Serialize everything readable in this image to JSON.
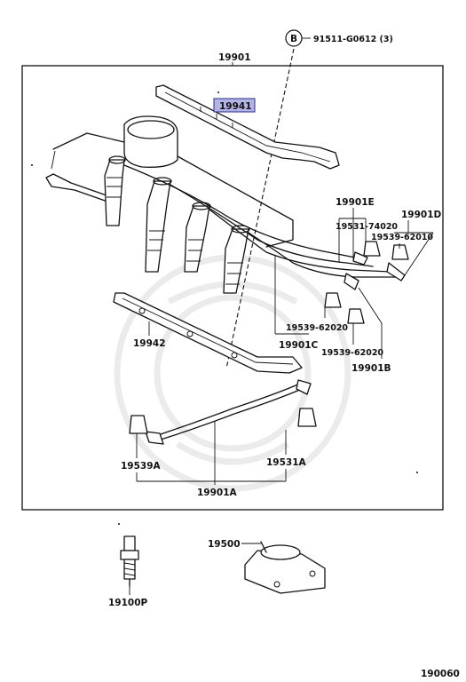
{
  "callouts": {
    "assembly_top": "19901",
    "bolt_ref": "B",
    "bolt_part": "91511-G0612 (3)",
    "highlight": "19941",
    "cord_e": "19901E",
    "cord_d": "19901D",
    "grommet_e": "19531-74020",
    "grommet_d": "19539-62010",
    "grommet_c": "19539-62020",
    "cord_c": "19901C",
    "grommet_b": "19539-62020",
    "cord_b": "19901B",
    "clamp": "19942",
    "grommet_a1": "19539A",
    "grommet_a2": "19531A",
    "cord_a": "19901A",
    "spark_plug": "19100P",
    "coil": "19500",
    "diagram_no": "190060"
  },
  "colors": {
    "highlight_fill": "#b3b3e6",
    "highlight_border": "#2d2d8c"
  }
}
